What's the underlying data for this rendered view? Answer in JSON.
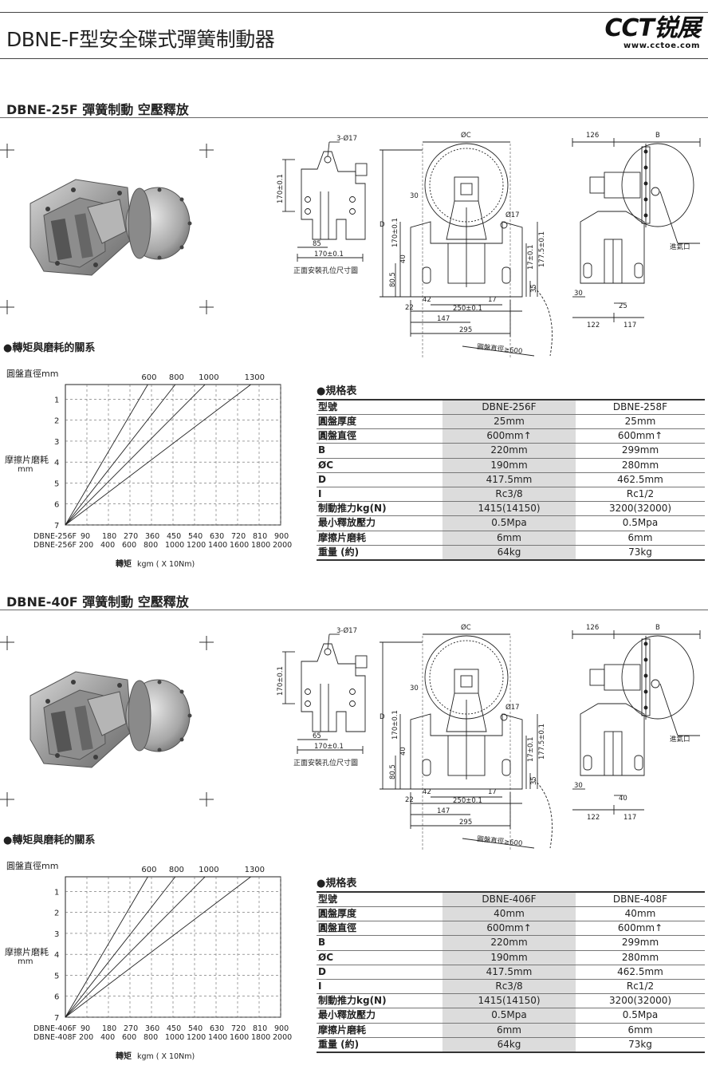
{
  "header": {
    "title": "DBNE-F型安全碟式彈簧制動器",
    "logo_mark": "CCT锐展",
    "logo_url": "www.cctoe.com"
  },
  "sections": [
    {
      "title": "DBNE-25F 彈簧制動 空壓釋放",
      "chart_heading": "●轉矩與磨耗的關系",
      "spec_heading": "●規格表",
      "drawing": {
        "front_holes": "3-Ø17",
        "front_height": "170±0.1",
        "front_85": "85",
        "front_width": "170±0.1",
        "front_caption": "正面安裝孔位尺寸圖",
        "phi_c": "ØC",
        "d": "D",
        "d30": "30",
        "phi17": "Ø17",
        "h170": "170±0.1",
        "d40": "40",
        "d80": "80.5",
        "d177": "177.5±0.1",
        "d17v": "17±0.1",
        "d35": "35",
        "d22": "22",
        "d42": "42",
        "d250": "250±0.1",
        "d17": "17",
        "d147": "147",
        "d295": "295",
        "disc_dia": "圓盤直徑≥600",
        "side_126": "126",
        "side_b": "B",
        "air_inlet": "進氣口",
        "side_30": "30",
        "side_gap": "25",
        "side_122": "122",
        "side_117": "117"
      },
      "chart_data": {
        "type": "line",
        "title": "",
        "ylabel_top": "圓盤直徑mm",
        "ylabel": "摩擦片磨耗",
        "ylabel_unit": "mm",
        "xlabel": "轉矩",
        "xlabel_unit": "kgm ( X 10Nm)",
        "yticks": [
          1,
          2,
          3,
          4,
          5,
          6,
          7
        ],
        "ylim": [
          7,
          0.3
        ],
        "x_row1_name": "DBNE-256F",
        "x_row1": [
          90,
          180,
          270,
          360,
          450,
          540,
          630,
          720,
          810,
          900
        ],
        "x_row2_name": "DBNE-256F",
        "x_row2": [
          200,
          400,
          600,
          800,
          1000,
          1200,
          1400,
          1600,
          1800,
          2000
        ],
        "series": [
          {
            "name": "600",
            "x": [
              0,
              360
            ],
            "y": [
              7,
              0
            ]
          },
          {
            "name": "800",
            "x": [
              0,
              480
            ],
            "y": [
              7,
              0
            ]
          },
          {
            "name": "1000",
            "x": [
              0,
              610
            ],
            "y": [
              7,
              0
            ]
          },
          {
            "name": "1300",
            "x": [
              0,
              810
            ],
            "y": [
              7,
              0
            ]
          }
        ],
        "grid": true
      },
      "spec": {
        "header": [
          "型號",
          "DBNE-256F",
          "DBNE-258F"
        ],
        "rows": [
          [
            "圓盤厚度",
            "25mm",
            "25mm"
          ],
          [
            "圓盤直徑",
            "600mm↑",
            "600mm↑"
          ],
          [
            "B",
            "220mm",
            "299mm"
          ],
          [
            "ØC",
            "190mm",
            "280mm"
          ],
          [
            "D",
            "417.5mm",
            "462.5mm"
          ],
          [
            "I",
            "Rc3/8",
            "Rc1/2"
          ],
          [
            "制動推力kg(N)",
            "1415(14150)",
            "3200(32000)"
          ],
          [
            "最小釋放壓力",
            "0.5Mpa",
            "0.5Mpa"
          ],
          [
            "摩擦片磨耗",
            "6mm",
            "6mm"
          ],
          [
            "重量 (約)",
            "64kg",
            "73kg"
          ]
        ]
      }
    },
    {
      "title": "DBNE-40F 彈簧制動 空壓釋放",
      "chart_heading": "●轉矩與磨耗的關系",
      "spec_heading": "●規格表",
      "drawing": {
        "front_holes": "3-Ø17",
        "front_height": "170±0.1",
        "front_85": "65",
        "front_width": "170±0.1",
        "front_caption": "正面安裝孔位尺寸圖",
        "phi_c": "ØC",
        "d": "D",
        "d30": "30",
        "phi17": "Ø17",
        "h170": "170±0.1",
        "d40": "40",
        "d80": "80.5",
        "d177": "177.5±0.1",
        "d17v": "17±0.1",
        "d35": "35",
        "d22": "22",
        "d42": "42",
        "d250": "250±0.1",
        "d17": "17",
        "d147": "147",
        "d295": "295",
        "disc_dia": "圓盤直徑≥600",
        "side_126": "126",
        "side_b": "B",
        "air_inlet": "進氣口",
        "side_30": "30",
        "side_gap": "40",
        "side_122": "122",
        "side_117": "117"
      },
      "chart_data": {
        "type": "line",
        "title": "",
        "ylabel_top": "圓盤直徑mm",
        "ylabel": "摩擦片磨耗",
        "ylabel_unit": "mm",
        "xlabel": "轉矩",
        "xlabel_unit": "kgm ( X 10Nm)",
        "yticks": [
          1,
          2,
          3,
          4,
          5,
          6,
          7
        ],
        "ylim": [
          7,
          0.3
        ],
        "x_row1_name": "DBNE-406F",
        "x_row1": [
          90,
          180,
          270,
          360,
          450,
          540,
          630,
          720,
          810,
          900
        ],
        "x_row2_name": "DBNE-408F",
        "x_row2": [
          200,
          400,
          600,
          800,
          1000,
          1200,
          1400,
          1600,
          1800,
          2000
        ],
        "series": [
          {
            "name": "600",
            "x": [
              0,
              360
            ],
            "y": [
              7,
              0
            ]
          },
          {
            "name": "800",
            "x": [
              0,
              480
            ],
            "y": [
              7,
              0
            ]
          },
          {
            "name": "1000",
            "x": [
              0,
              610
            ],
            "y": [
              7,
              0
            ]
          },
          {
            "name": "1300",
            "x": [
              0,
              810
            ],
            "y": [
              7,
              0
            ]
          }
        ],
        "grid": true
      },
      "spec": {
        "header": [
          "型號",
          "DBNE-406F",
          "DBNE-408F"
        ],
        "rows": [
          [
            "圓盤厚度",
            "40mm",
            "40mm"
          ],
          [
            "圓盤直徑",
            "600mm↑",
            "600mm↑"
          ],
          [
            "B",
            "220mm",
            "299mm"
          ],
          [
            "ØC",
            "190mm",
            "280mm"
          ],
          [
            "D",
            "417.5mm",
            "462.5mm"
          ],
          [
            "I",
            "Rc3/8",
            "Rc1/2"
          ],
          [
            "制動推力kg(N)",
            "1415(14150)",
            "3200(32000)"
          ],
          [
            "最小釋放壓力",
            "0.5Mpa",
            "0.5Mpa"
          ],
          [
            "摩擦片磨耗",
            "6mm",
            "6mm"
          ],
          [
            "重量 (約)",
            "64kg",
            "73kg"
          ]
        ]
      }
    }
  ]
}
